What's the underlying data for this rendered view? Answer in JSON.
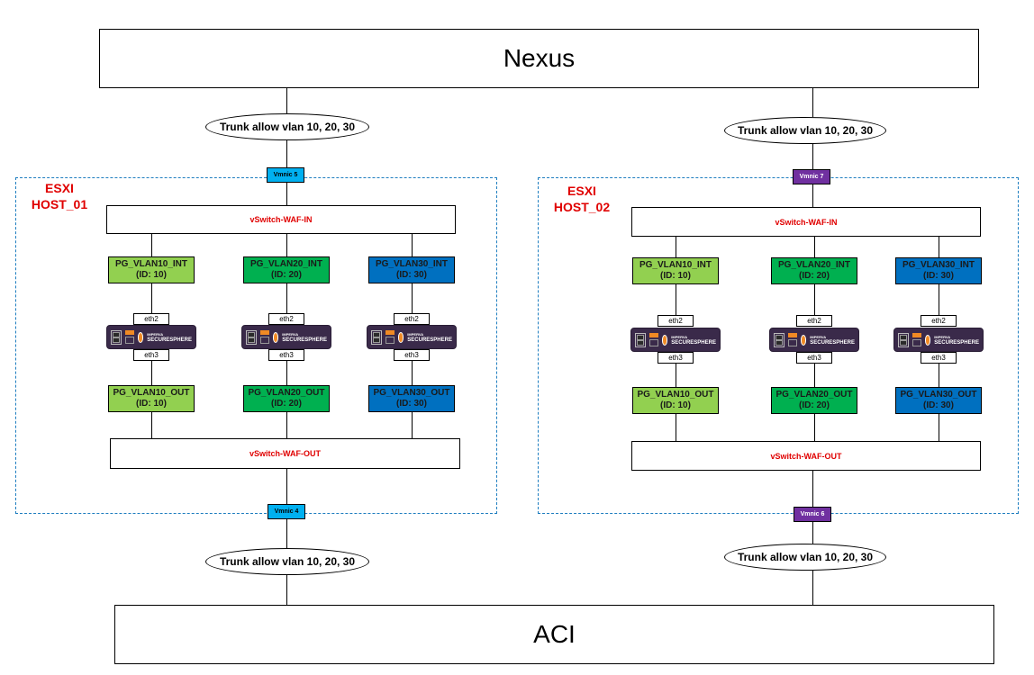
{
  "top": {
    "label": "Nexus"
  },
  "bottom": {
    "label": "ACI"
  },
  "colors": {
    "vlan10": "#92d050",
    "vlan20": "#00b050",
    "vlan30": "#0070c0",
    "vmnic_host1": "#00b0f0",
    "vmnic_host2": "#7030a0",
    "host_label": "#e00000",
    "host_border": "#1f7ec0"
  },
  "hosts": [
    {
      "label_line1": "ESXI",
      "label_line2": "HOST_01",
      "trunk_top": "Trunk allow vlan 10, 20, 30",
      "trunk_bottom": "Trunk allow vlan 10, 20, 30",
      "vmnic_in": "Vmnic 5",
      "vmnic_out": "Vmnic 4",
      "vswitch_in": "vSwitch-WAF-IN",
      "vswitch_out": "vSwitch-WAF-OUT",
      "chains": [
        {
          "pg_in": "PG_VLAN10_INT",
          "pg_out": "PG_VLAN10_OUT",
          "id": "(ID: 10)",
          "eth_in": "eth2",
          "eth_out": "eth3",
          "appliance_brand1": "IMPERVA",
          "appliance_brand2": "SECURESPHERE"
        },
        {
          "pg_in": "PG_VLAN20_INT",
          "pg_out": "PG_VLAN20_OUT",
          "id": "(ID: 20)",
          "eth_in": "eth2",
          "eth_out": "eth3",
          "appliance_brand1": "IMPERVA",
          "appliance_brand2": "SECURESPHERE"
        },
        {
          "pg_in": "PG_VLAN30_INT",
          "pg_out": "PG_VLAN30_OUT",
          "id": "(ID: 30)",
          "eth_in": "eth2",
          "eth_out": "eth3",
          "appliance_brand1": "IMPERVA",
          "appliance_brand2": "SECURESPHERE"
        }
      ]
    },
    {
      "label_line1": "ESXI",
      "label_line2": "HOST_02",
      "trunk_top": "Trunk allow vlan 10, 20, 30",
      "trunk_bottom": "Trunk allow vlan 10, 20, 30",
      "vmnic_in": "Vmnic 7",
      "vmnic_out": "Vmnic 6",
      "vswitch_in": "vSwitch-WAF-IN",
      "vswitch_out": "vSwitch-WAF-OUT",
      "chains": [
        {
          "pg_in": "PG_VLAN10_INT",
          "pg_out": "PG_VLAN10_OUT",
          "id": "(ID: 10)",
          "eth_in": "eth2",
          "eth_out": "eth3",
          "appliance_brand1": "IMPERVA",
          "appliance_brand2": "SECURESPHERE"
        },
        {
          "pg_in": "PG_VLAN20_INT",
          "pg_out": "PG_VLAN20_OUT",
          "id": "(ID: 20)",
          "eth_in": "eth2",
          "eth_out": "eth3",
          "appliance_brand1": "IMPERVA",
          "appliance_brand2": "SECURESPHERE"
        },
        {
          "pg_in": "PG_VLAN30_INT",
          "pg_out": "PG_VLAN30_OUT",
          "id": "(ID: 30)",
          "eth_in": "eth2",
          "eth_out": "eth3",
          "appliance_brand1": "IMPERVA",
          "appliance_brand2": "SECURESPHERE"
        }
      ]
    }
  ]
}
